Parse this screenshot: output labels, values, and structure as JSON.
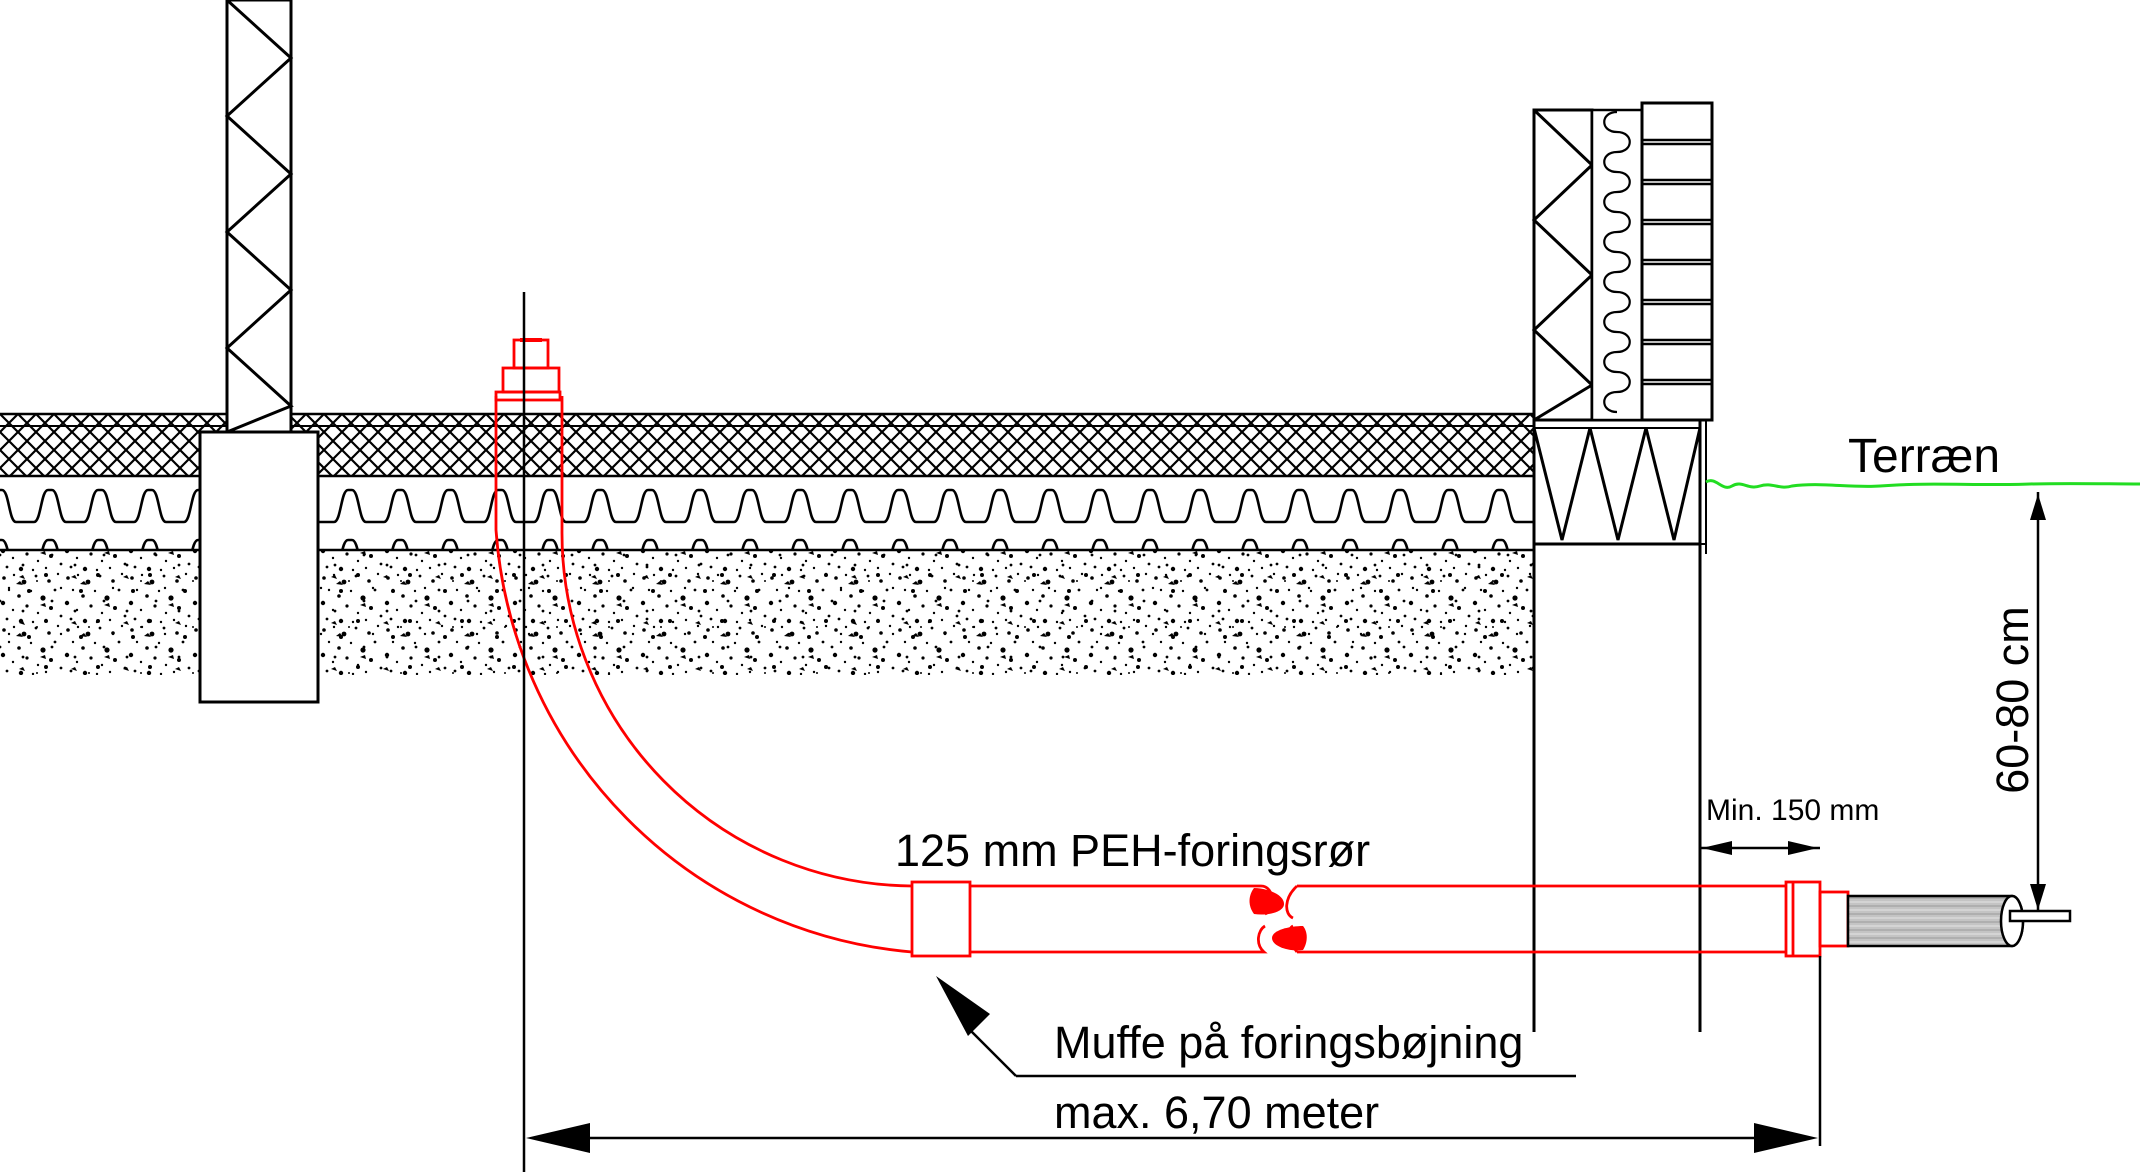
{
  "labels": {
    "terrain": "Terræn",
    "depth": "60-80 cm",
    "min_distance": "Min. 150 mm",
    "pipe": "125 mm PEH-foringsrør",
    "coupling": "Muffe på foringsbøjning",
    "max_length": "max. 6,70 meter"
  },
  "colors": {
    "pipe": "#ff0000",
    "terrain": "#22dd22",
    "line": "#000000",
    "cable": "#b4b4b4"
  }
}
